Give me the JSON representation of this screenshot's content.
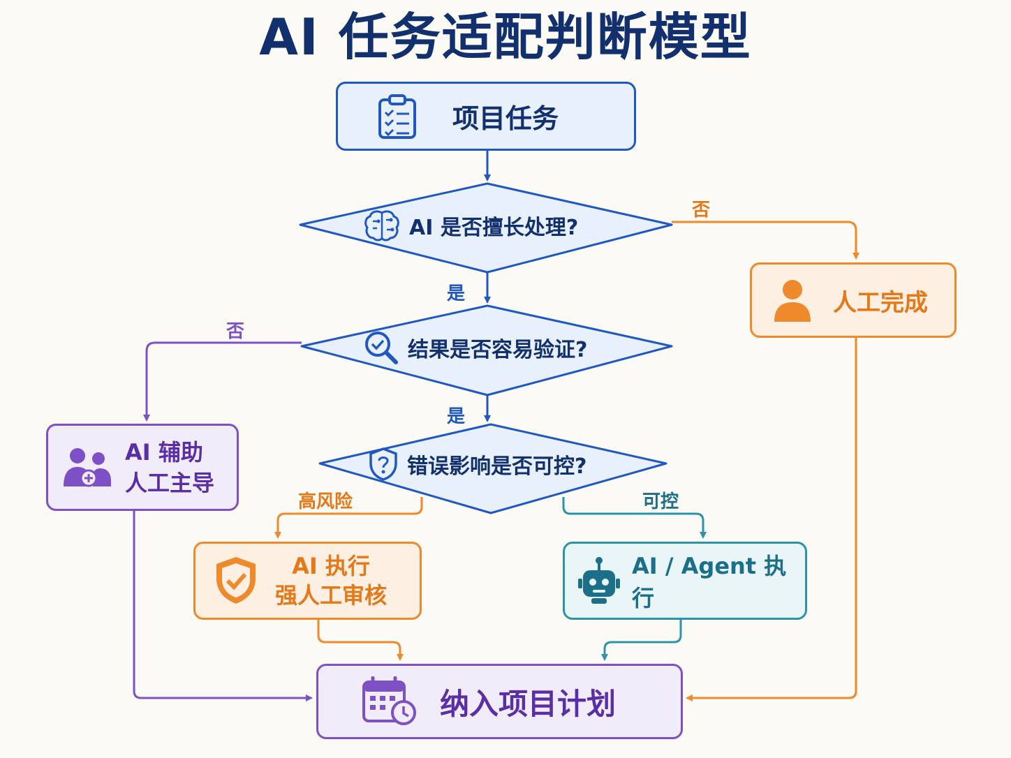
{
  "title": "AI 任务适配判断模型",
  "nodes": {
    "task": "项目任务",
    "q_ai_good": "AI 是否擅长处理?",
    "q_verify": "结果是否容易验证?",
    "q_error": "错误影响是否可控?",
    "manual": "人工完成",
    "ai_assist": {
      "line1": "AI 辅助",
      "line2": "人工主导"
    },
    "ai_review": {
      "line1": "AI 执行",
      "line2": "强人工审核"
    },
    "ai_agent": "AI / Agent 执行",
    "plan": "纳入项目计划"
  },
  "edge_labels": {
    "no_1": "否",
    "yes_1": "是",
    "no_2": "否",
    "yes_2": "是",
    "high_risk": "高风险",
    "controllable": "可控"
  },
  "icons": {
    "task": "clipboard-checklist-icon",
    "q_ai_good": "brain-circuit-icon",
    "q_verify": "magnifier-check-icon",
    "q_error": "shield-question-icon",
    "manual": "person-icon",
    "ai_assist": "people-plus-icon",
    "ai_review": "shield-check-icon",
    "ai_agent": "robot-icon",
    "plan": "calendar-clock-icon"
  },
  "colors": {
    "title": "#12306e",
    "blue": "#1f57c3",
    "orange": "#ee8a2c",
    "purple": "#7e50c6",
    "teal": "#2b93ad",
    "background": "#fbfaf5"
  }
}
